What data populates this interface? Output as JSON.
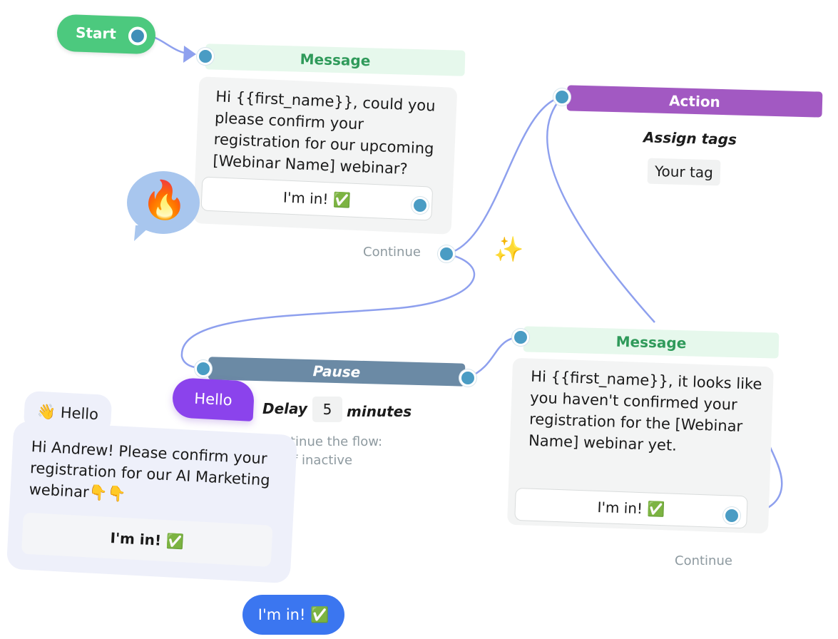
{
  "start": {
    "label": "Start"
  },
  "message1": {
    "header": "Message",
    "text_lines": [
      "Hi {{first_name}}, could you",
      "please confirm your",
      "registration for our upcoming",
      "[Webinar Name] webinar?"
    ],
    "button": "I'm in! ✅",
    "continue": "Continue"
  },
  "action": {
    "header": "Action",
    "title": "Assign tags",
    "tag": "Your tag"
  },
  "pause": {
    "header": "Pause",
    "delay_label": "Delay",
    "delay_value": "5",
    "delay_unit": "minutes",
    "continue_line1": "Continue the flow:",
    "continue_line2": "'f inactive"
  },
  "message2": {
    "header": "Message",
    "text_lines": [
      "Hi {{first_name}}, it looks like",
      "you haven't confirmed your",
      "registration for the [Webinar",
      "Name] webinar yet."
    ],
    "button": "I'm in! ✅",
    "continue": "Continue"
  },
  "chat": {
    "hello_bubble": "Hello",
    "hello_small": "👋 Hello",
    "message_lines": [
      "Hi Andrew! Please confirm your",
      "registration for our AI Marketing",
      "webinar👇👇"
    ],
    "button": "I'm in! ✅",
    "reply": "I'm in! ✅"
  },
  "decor": {
    "fire_emoji": "🔥",
    "sparkles_emoji": "✨"
  },
  "colors": {
    "start_green": "#4cc97e",
    "message_header_bg": "#e6f8ec",
    "message_header_text": "#2f9a5a",
    "action_purple": "#a259c2",
    "pause_slate": "#6b8aa5",
    "connector_blue": "#8ea0ee",
    "port_blue": "#4a9cc4",
    "hello_purple": "#8b43ec",
    "reply_blue": "#3b76f0"
  }
}
